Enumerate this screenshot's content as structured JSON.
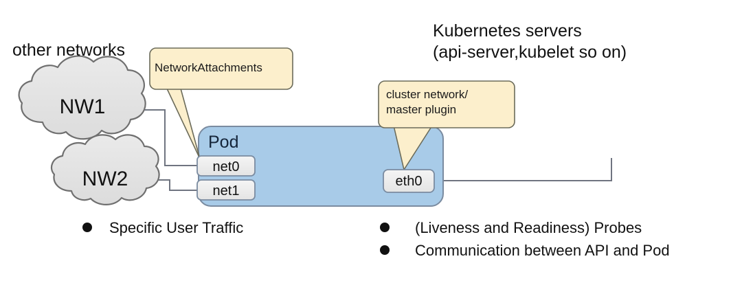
{
  "diagram": {
    "title_left": "other networks",
    "title_right_line1": "Kubernetes servers",
    "title_right_line2": "(api-server,kubelet so on)",
    "clouds": [
      {
        "label": "NW1"
      },
      {
        "label": "NW2"
      }
    ],
    "callouts": [
      {
        "label": "NetworkAttachments"
      },
      {
        "label_line1": "cluster network/",
        "label_line2": "master plugin"
      }
    ],
    "pod": {
      "label": "Pod",
      "interfaces": [
        {
          "label": "net0"
        },
        {
          "label": "net1"
        },
        {
          "label": "eth0"
        }
      ]
    },
    "bullets_left": [
      {
        "marker": "●",
        "label": "Specific User Traffic"
      }
    ],
    "bullets_right": [
      {
        "marker": "●",
        "label": "(Liveness and Readiness) Probes"
      },
      {
        "marker": "●",
        "label": "Communication between API and Pod"
      }
    ],
    "colors": {
      "pod_fill": "#a8cbe8",
      "pod_stroke": "#7a8ba0",
      "callout_fill": "#fcefcc",
      "callout_stroke": "#6b6b5a",
      "cloud_fill": "#e3e3e3",
      "cloud_stroke": "#6f6f6f",
      "iface_fill": "#eeeeee",
      "iface_stroke": "#7a8ba0",
      "line": "#6f7480",
      "background": "#ffffff",
      "text": "#111111"
    }
  }
}
